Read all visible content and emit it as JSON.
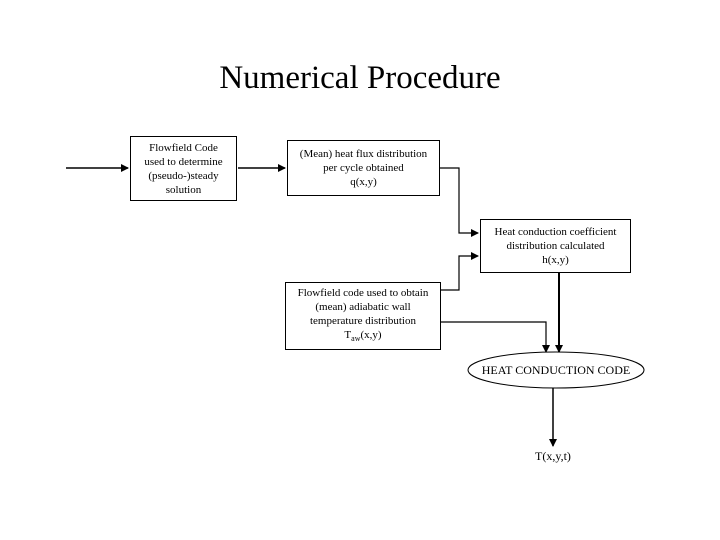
{
  "title": "Numerical Procedure",
  "boxes": {
    "flowfield": [
      "Flowfield Code",
      "used to determine",
      "(pseudo-)steady",
      "solution"
    ],
    "heat_flux": [
      "(Mean) heat flux distribution",
      "per cycle obtained",
      "q(x,y)"
    ],
    "conduction_coefficient": [
      "Heat conduction coefficient",
      "distribution calculated",
      "h(x,y)"
    ],
    "adiabatic": {
      "lines": [
        "Flowfield code used to obtain",
        "(mean) adiabatic wall",
        "temperature distribution"
      ],
      "temp_symbol": "T",
      "temp_subscript": "aw",
      "temp_args": "(x,y)"
    }
  },
  "heat_conduction_code": "HEAT CONDUCTION CODE",
  "output": "T(x,y,t)"
}
